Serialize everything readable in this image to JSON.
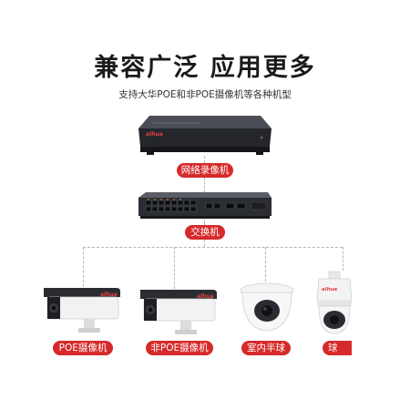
{
  "header": {
    "title": "兼容广泛 应用更多",
    "subtitle": "支持大华POE和非POE摄像机等各种机型"
  },
  "nvr": {
    "label": "网络录像机",
    "brand_text": "alhua"
  },
  "switch": {
    "label": "交换机"
  },
  "cameras": [
    {
      "label": "POE摄像机",
      "brand_text": "alhua"
    },
    {
      "label": "非POE摄像机",
      "brand_text": "alhua"
    },
    {
      "label": "室内半球"
    },
    {
      "label": "球",
      "brand_text": "alhua"
    }
  ],
  "colors": {
    "accent": "#d62a2a",
    "device_dark": "#2b2d33",
    "line": "#b5b5b5"
  }
}
